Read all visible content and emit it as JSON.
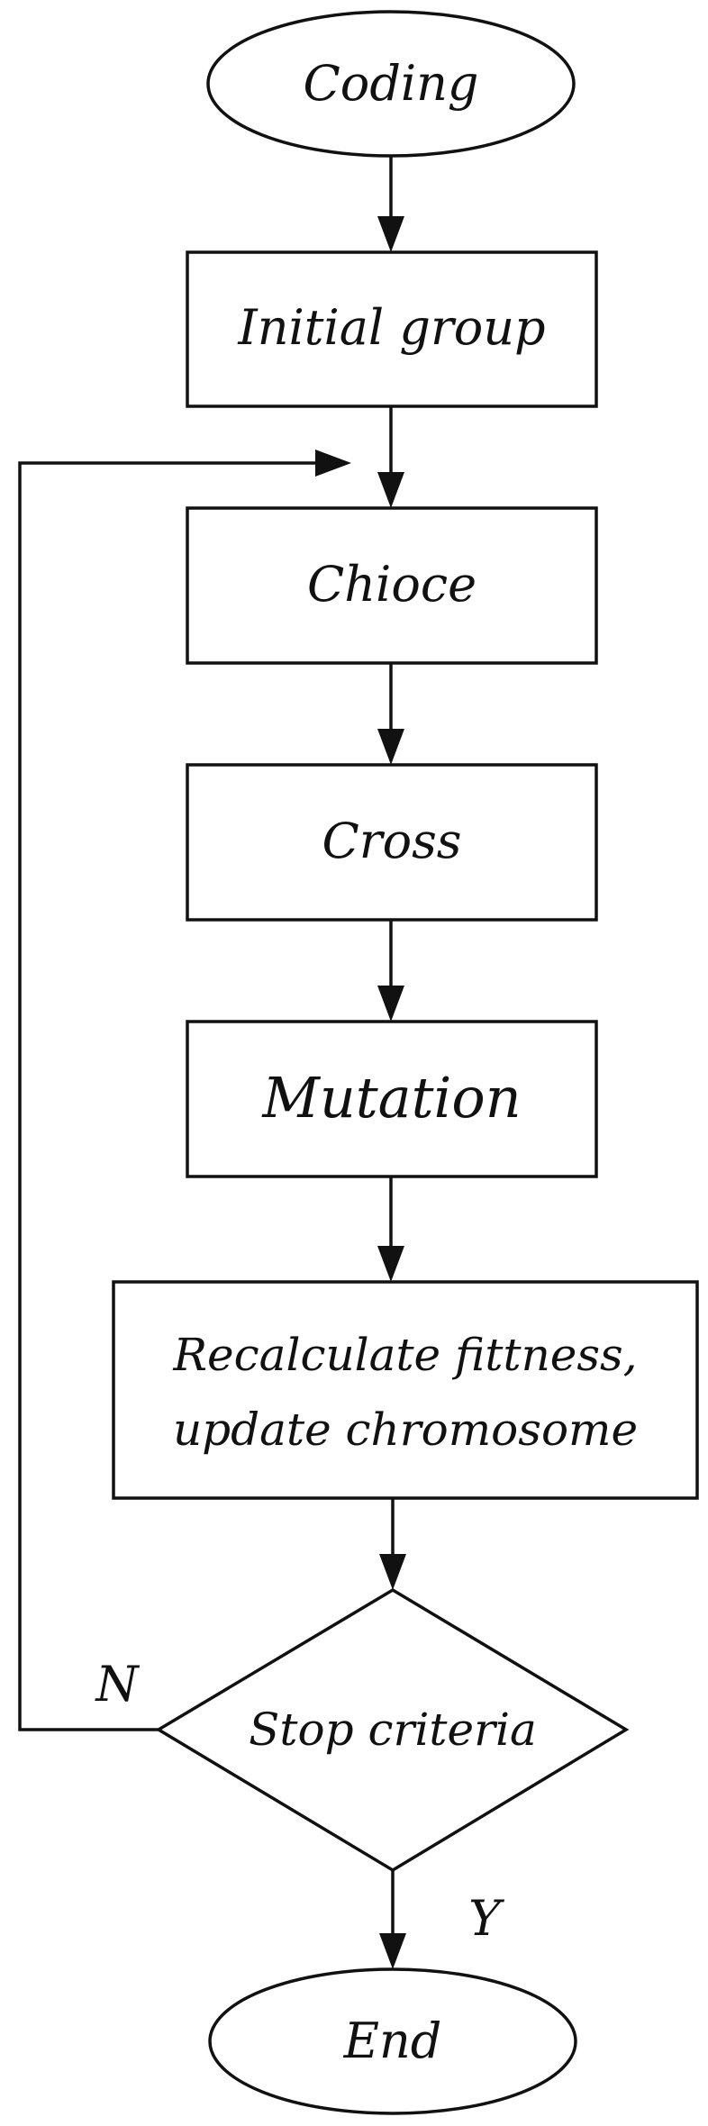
{
  "nodes": {
    "coding": "Coding",
    "initial_group": "Initial group",
    "choice": "Chioce",
    "cross": "Cross",
    "mutation": "Mutation",
    "recalc_line1": "Recalculate fittness,",
    "recalc_line2": "update chromosome",
    "stop_criteria": "Stop criteria",
    "end": "End"
  },
  "branches": {
    "no": "N",
    "yes": "Y"
  }
}
